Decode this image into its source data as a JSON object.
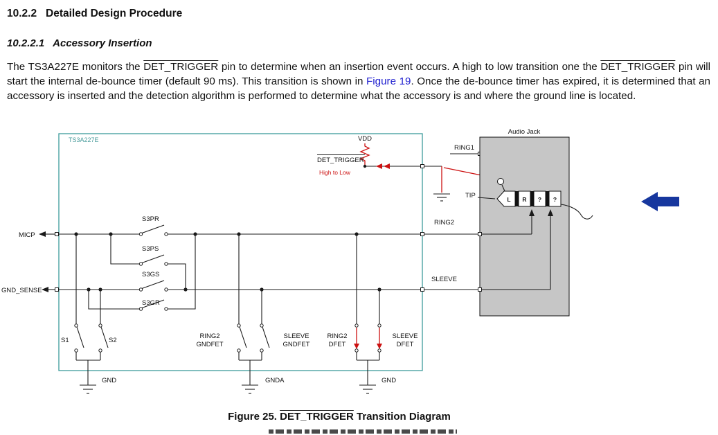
{
  "page": {
    "section_heading": "10.2.2   Detailed Design Procedure",
    "subsection_heading": "10.2.2.1   Accessory Insertion",
    "caption": {
      "prefix": "Figure 25.  ",
      "det": "DET_TRIGGER",
      "suffix": " Transition Diagram"
    }
  },
  "paragraph": {
    "parts": [
      {
        "text": "The TS3A227E monitors the "
      },
      {
        "text": "DET_TRIGGER"
      },
      {
        "text": " pin to determine when an insertion event occurs. A high to low transition one the "
      },
      {
        "text": "DET_TRIGGER"
      },
      {
        "text": " pin will start the internal de-bounce timer (default 90 ms). This transition is shown in "
      },
      {
        "text": "Figure 19"
      },
      {
        "text": ". Once the de-bounce timer has expired, it is determined that an accessory is inserted and the detection algorithm is performed to determine what the accessory is and where the ground line is located."
      }
    ]
  },
  "schematic": {
    "chip_label": "TS3A227E",
    "vdd_label": "VDD",
    "det_trigger_label": "DET_TRIGGER",
    "high_to_low_label": "High to Low",
    "ring1_label": "RING1",
    "audio_jack_label": "Audio Jack",
    "tip_label": "TIP",
    "ring2_label": "RING2",
    "sleeve_label": "SLEEVE",
    "micp_label": "MICP",
    "gnd_sense_label": "GND_SENSE",
    "switches": {
      "s3pr": "S3PR",
      "s3ps": "S3PS",
      "s3gs": "S3GS",
      "s3gr": "S3GR",
      "s1": "S1",
      "s2": "S2",
      "ring2_gndfet": [
        "RING2",
        "GNDFET"
      ],
      "sleeve_gndfet": [
        "SLEEVE",
        "GNDFET"
      ],
      "ring2_dfet": [
        "RING2",
        "DFET"
      ],
      "sleeve_dfet": [
        "SLEEVE",
        "DFET"
      ]
    },
    "grounds": {
      "gnd_left": "GND",
      "gnda": "GNDA",
      "gnd_right": "GND"
    },
    "plug_segments": [
      "L",
      "R",
      "?",
      "?"
    ],
    "colors": {
      "chip_border": "#3D9C9C",
      "red": "#CC1111",
      "jack_fill": "#C6C6C6",
      "blue_arrow": "#17379E",
      "link_blue": "#1F1FCF"
    }
  }
}
